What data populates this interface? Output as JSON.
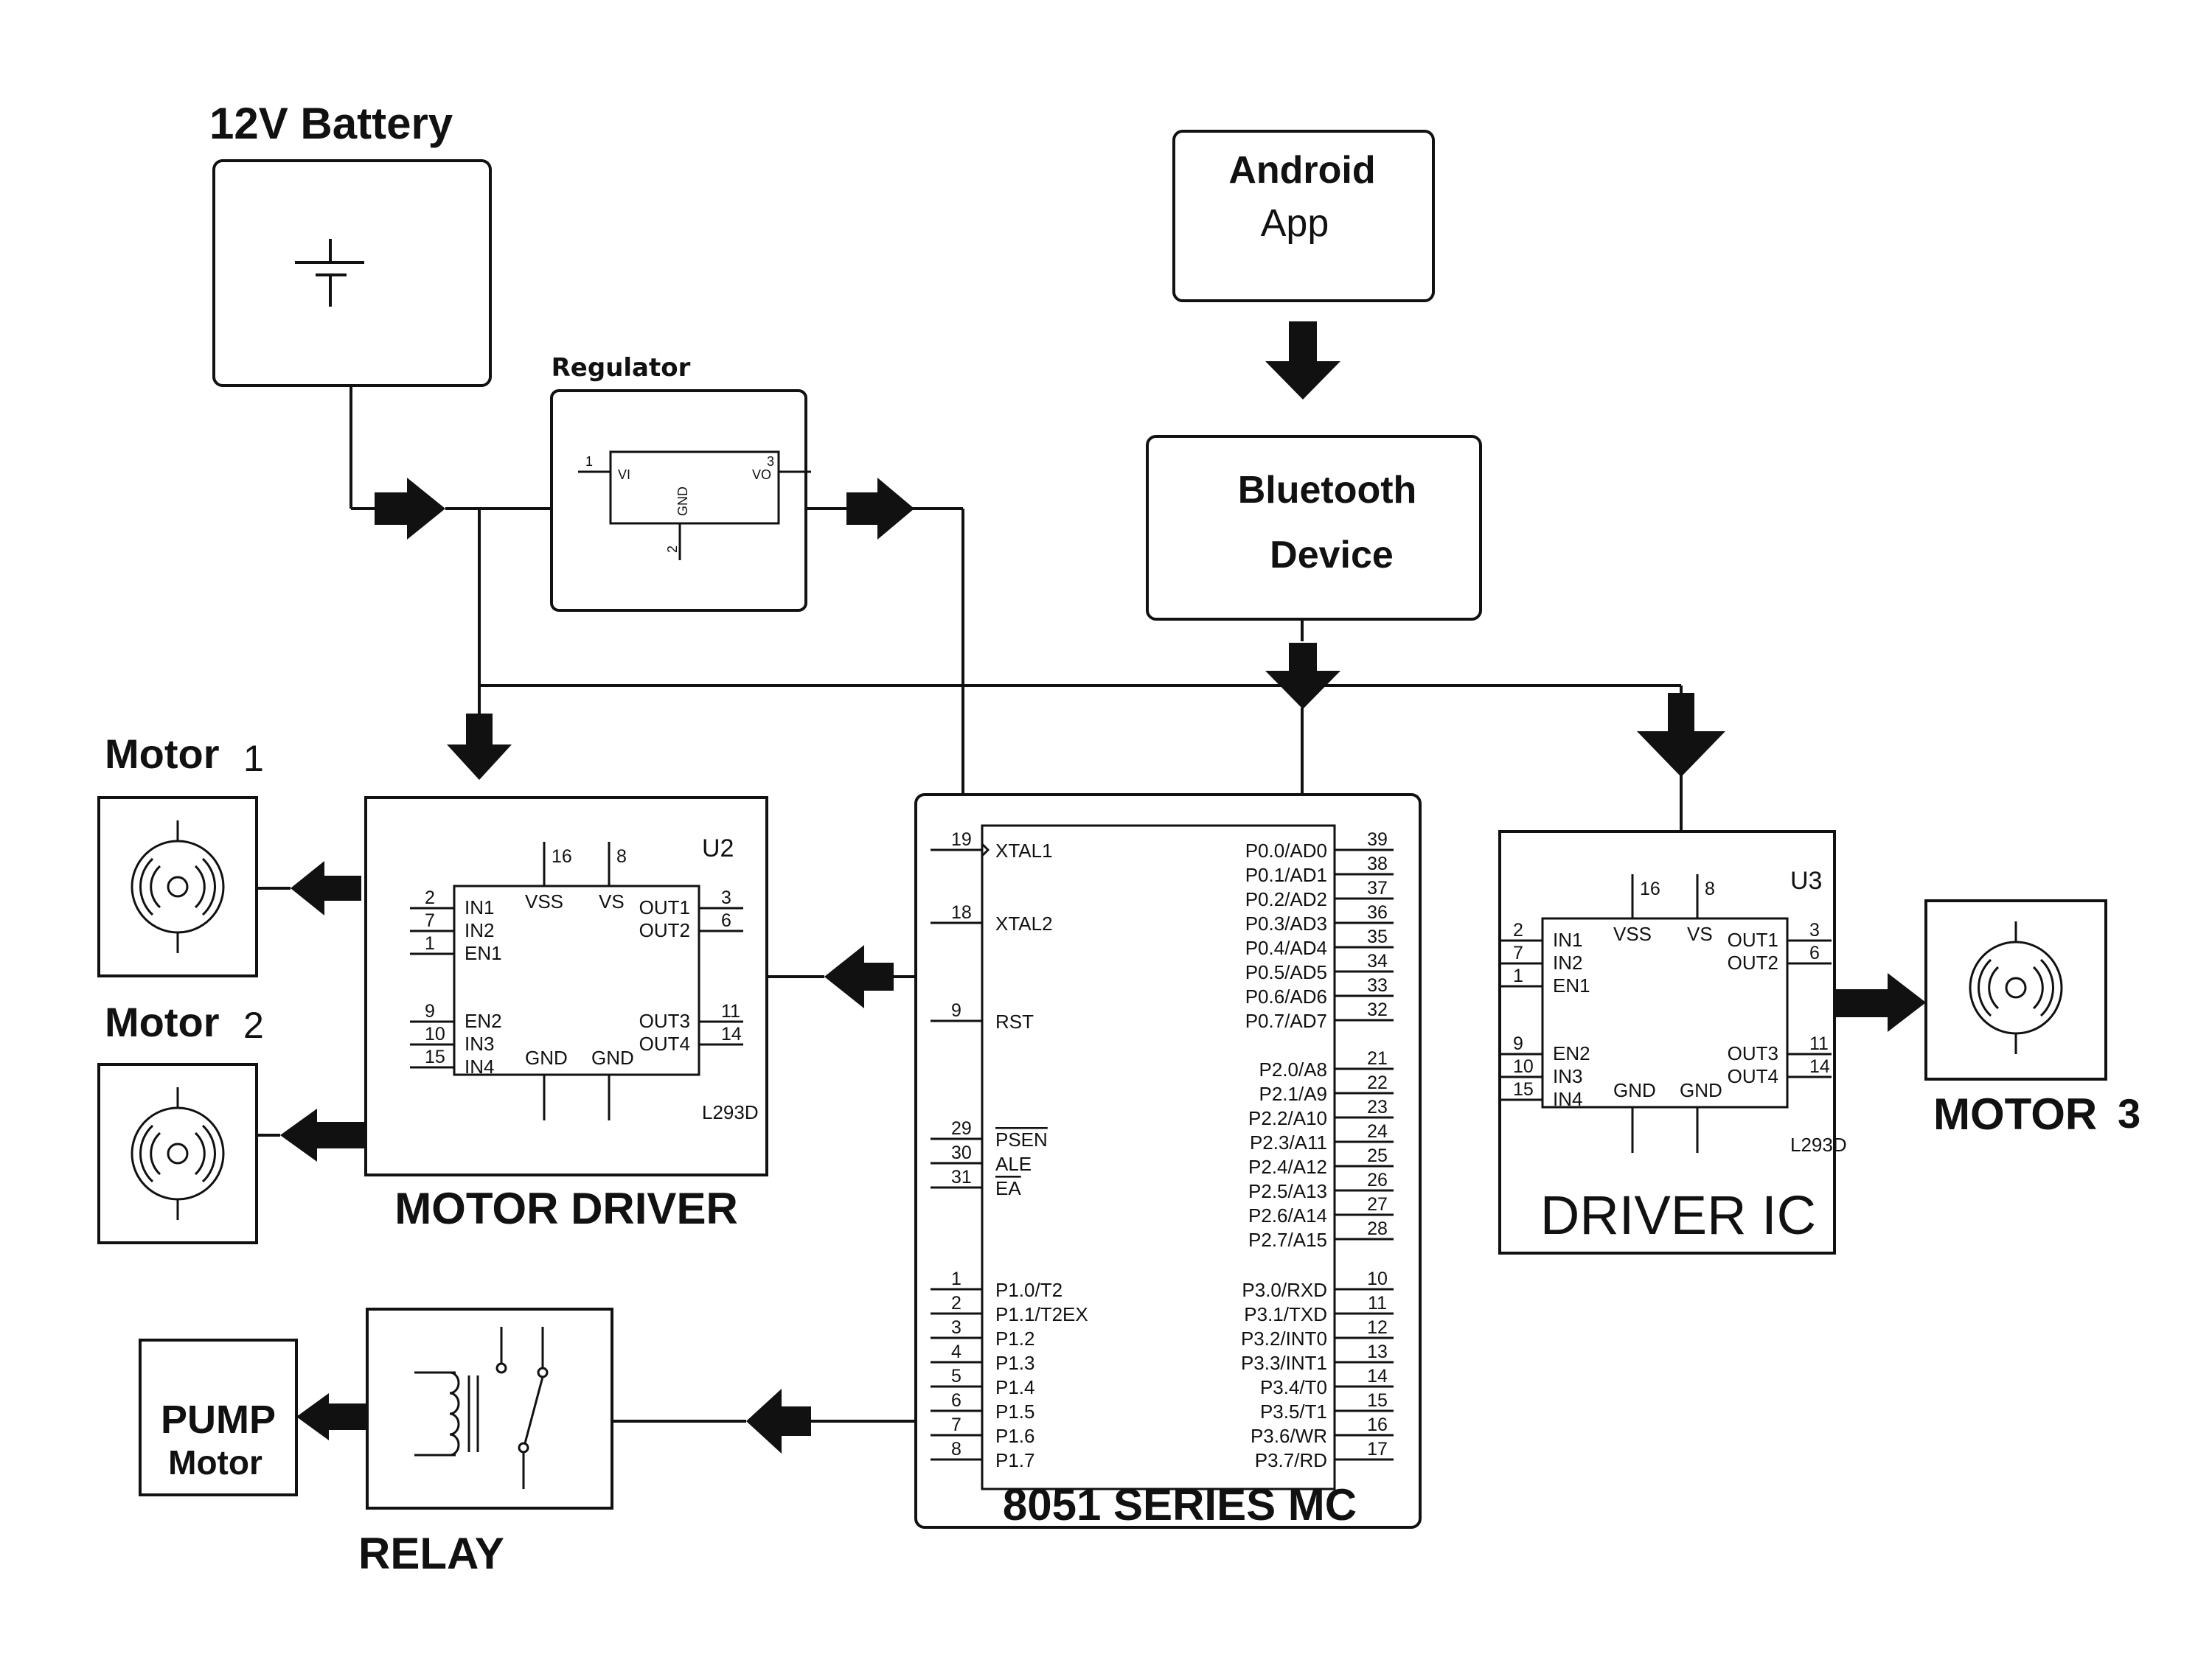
{
  "labels": {
    "battery": "12V Battery",
    "regulator": "Regulator",
    "android_line1": "Android",
    "android_line2": "App",
    "bt_line1": "Bluetooth",
    "bt_line2": "Device",
    "motor1": "Motor",
    "motor1_num": "1",
    "motor2": "Motor",
    "motor2_num": "2",
    "motor3": "MOTOR",
    "motor3_num": "3",
    "motor_driver": "MOTOR DRIVER",
    "driver_ic": "DRIVER IC",
    "mc": "8051 SERIES MC",
    "relay": "RELAY",
    "pump_line1": "PUMP",
    "pump_line2": "Motor"
  },
  "regulator_ic": {
    "vi": "VI",
    "vo": "VO",
    "gnd": "GND",
    "pin_in": "1",
    "pin_out": "3",
    "pin_gnd": "2"
  },
  "driver_u2": {
    "ref": "U2",
    "part": "L293D",
    "top_pin_vss": "16",
    "top_pin_vs": "8",
    "inner": [
      "VSS",
      "VS",
      "GND",
      "GND"
    ],
    "left_pins": [
      {
        "num": "2",
        "name": "IN1"
      },
      {
        "num": "7",
        "name": "IN2"
      },
      {
        "num": "1",
        "name": "EN1"
      },
      {
        "num": "9",
        "name": "EN2"
      },
      {
        "num": "10",
        "name": "IN3"
      },
      {
        "num": "15",
        "name": "IN4"
      }
    ],
    "right_pins": [
      {
        "num": "3",
        "name": "OUT1"
      },
      {
        "num": "6",
        "name": "OUT2"
      },
      {
        "num": "11",
        "name": "OUT3"
      },
      {
        "num": "14",
        "name": "OUT4"
      }
    ]
  },
  "driver_u3": {
    "ref": "U3",
    "part": "L293D",
    "top_pin_vss": "16",
    "top_pin_vs": "8",
    "inner": [
      "VSS",
      "VS",
      "GND",
      "GND"
    ],
    "left_pins": [
      {
        "num": "2",
        "name": "IN1"
      },
      {
        "num": "7",
        "name": "IN2"
      },
      {
        "num": "1",
        "name": "EN1"
      },
      {
        "num": "9",
        "name": "EN2"
      },
      {
        "num": "10",
        "name": "IN3"
      },
      {
        "num": "15",
        "name": "IN4"
      }
    ],
    "right_pins": [
      {
        "num": "3",
        "name": "OUT1"
      },
      {
        "num": "6",
        "name": "OUT2"
      },
      {
        "num": "11",
        "name": "OUT3"
      },
      {
        "num": "14",
        "name": "OUT4"
      }
    ]
  },
  "mc_pins": {
    "left": [
      {
        "num": "19",
        "name": "XTAL1"
      },
      {
        "num": "18",
        "name": "XTAL2"
      },
      {
        "num": "9",
        "name": "RST"
      },
      {
        "num": "29",
        "name": "PSEN"
      },
      {
        "num": "30",
        "name": "ALE"
      },
      {
        "num": "31",
        "name": "EA"
      },
      {
        "num": "1",
        "name": "P1.0/T2"
      },
      {
        "num": "2",
        "name": "P1.1/T2EX"
      },
      {
        "num": "3",
        "name": "P1.2"
      },
      {
        "num": "4",
        "name": "P1.3"
      },
      {
        "num": "5",
        "name": "P1.4"
      },
      {
        "num": "6",
        "name": "P1.5"
      },
      {
        "num": "7",
        "name": "P1.6"
      },
      {
        "num": "8",
        "name": "P1.7"
      }
    ],
    "right": [
      {
        "num": "39",
        "name": "P0.0/AD0"
      },
      {
        "num": "38",
        "name": "P0.1/AD1"
      },
      {
        "num": "37",
        "name": "P0.2/AD2"
      },
      {
        "num": "36",
        "name": "P0.3/AD3"
      },
      {
        "num": "35",
        "name": "P0.4/AD4"
      },
      {
        "num": "34",
        "name": "P0.5/AD5"
      },
      {
        "num": "33",
        "name": "P0.6/AD6"
      },
      {
        "num": "32",
        "name": "P0.7/AD7"
      },
      {
        "num": "21",
        "name": "P2.0/A8"
      },
      {
        "num": "22",
        "name": "P2.1/A9"
      },
      {
        "num": "23",
        "name": "P2.2/A10"
      },
      {
        "num": "24",
        "name": "P2.3/A11"
      },
      {
        "num": "25",
        "name": "P2.4/A12"
      },
      {
        "num": "26",
        "name": "P2.5/A13"
      },
      {
        "num": "27",
        "name": "P2.6/A14"
      },
      {
        "num": "28",
        "name": "P2.7/A15"
      },
      {
        "num": "10",
        "name": "P3.0/RXD"
      },
      {
        "num": "11",
        "name": "P3.1/TXD"
      },
      {
        "num": "12",
        "name": "P3.2/INT0"
      },
      {
        "num": "13",
        "name": "P3.3/INT1"
      },
      {
        "num": "14",
        "name": "P3.4/T0"
      },
      {
        "num": "15",
        "name": "P3.5/T1"
      },
      {
        "num": "16",
        "name": "P3.6/WR"
      },
      {
        "num": "17",
        "name": "P3.7/RD"
      }
    ]
  }
}
